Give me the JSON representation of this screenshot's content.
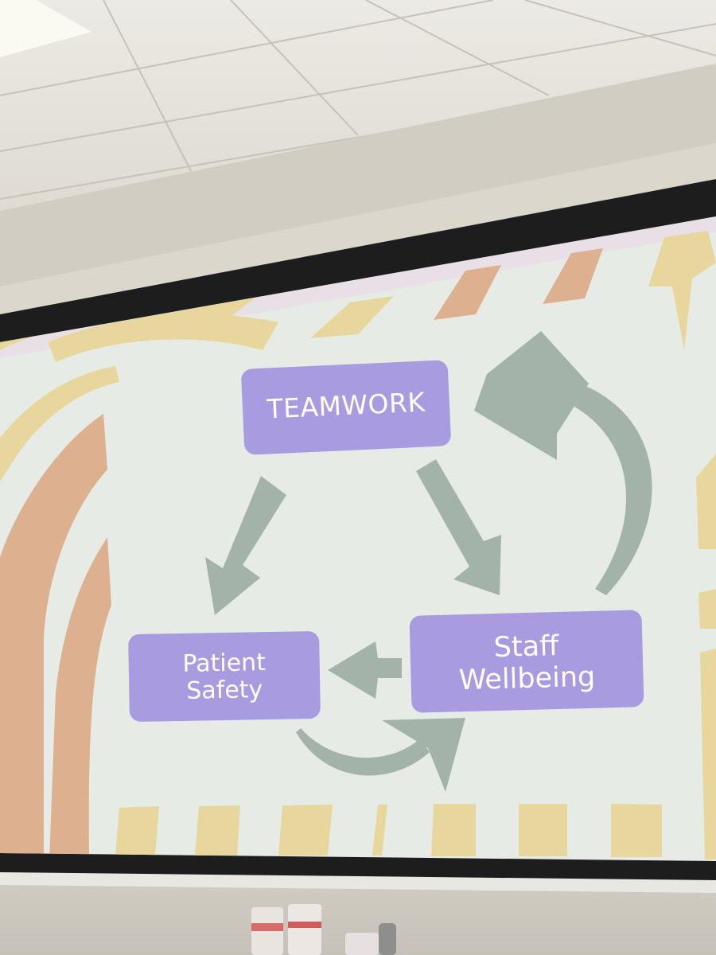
{
  "slide": {
    "nodes": {
      "teamwork": "TEAMWORK",
      "patient_safety": [
        "Patient",
        "Safety"
      ],
      "staff_wellbeing": [
        "Staff",
        "Wellbeing"
      ]
    }
  },
  "colors": {
    "node_fill": "#a99be0",
    "arrow": "#a4b3aa",
    "slide_bg": "#e6ebe6",
    "stripe_yellow": "#e7d79c",
    "stripe_peach": "#ddb190",
    "ceiling": "#e6e3dc",
    "wall": "#ccc7be",
    "screen_border": "#1d1d1d"
  }
}
